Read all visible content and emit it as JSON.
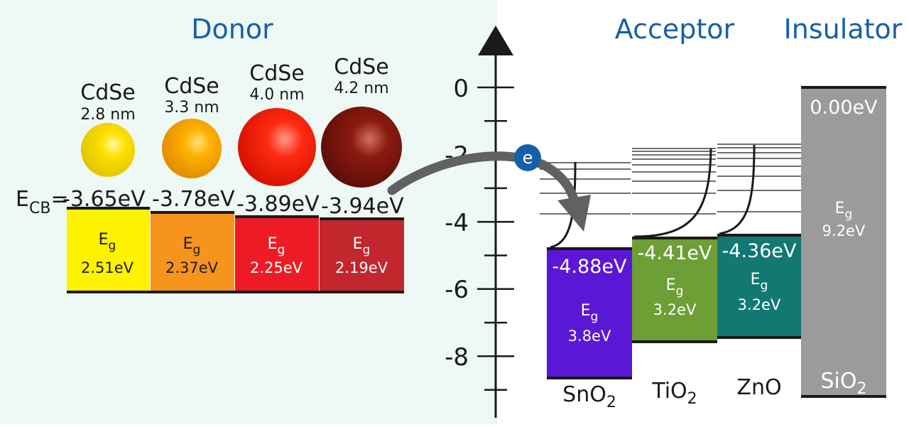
{
  "headings": {
    "donor": "Donor",
    "acceptor": "Acceptor",
    "insulator": "Insulator"
  },
  "colors": {
    "donor_bg": "#eef8f4",
    "heading": "#1560a8",
    "axis": "#1a1a1a",
    "text": "#1a1a1a",
    "electron": "#1560a8",
    "arrow": "#5f6163"
  },
  "electron_label": "e",
  "ecb_label": {
    "main": "E",
    "sub": "CB",
    "eq": "="
  },
  "donors": [
    {
      "name": "CdSe",
      "size": "2.8 nm",
      "ecb": "-3.65eV",
      "eg_label": "E",
      "eg_sub": "g",
      "eg": "2.51eV",
      "band_color": "#fff200",
      "dot_color": "#ffe000",
      "dot_light": "#fffb9e",
      "dot_dark": "#ddc400"
    },
    {
      "name": "CdSe",
      "size": "3.3 nm",
      "ecb": "-3.78eV",
      "eg_label": "E",
      "eg_sub": "g",
      "eg": "2.37eV",
      "band_color": "#f7941d",
      "dot_color": "#ffb000",
      "dot_light": "#ffe07a",
      "dot_dark": "#e08a00"
    },
    {
      "name": "CdSe",
      "size": "4.0 nm",
      "ecb": "-3.89eV",
      "eg_label": "E",
      "eg_sub": "g",
      "eg": "2.25eV",
      "band_color": "#ed1c24",
      "dot_color": "#ff2a10",
      "dot_light": "#ff9a8a",
      "dot_dark": "#d41000"
    },
    {
      "name": "CdSe",
      "size": "4.2 nm",
      "ecb": "-3.94eV",
      "eg_label": "E",
      "eg_sub": "g",
      "eg": "2.19eV",
      "band_color": "#c1272d",
      "dot_color": "#8b1a10",
      "dot_light": "#d07060",
      "dot_dark": "#5a0e08"
    }
  ],
  "axis": {
    "tick_labels": [
      "0",
      "-2",
      "-4",
      "-6",
      "-8"
    ]
  },
  "acceptors": [
    {
      "name": "SnO",
      "sub": "2",
      "cb": "-4.88eV",
      "eg_label": "E",
      "eg_sub": "g",
      "eg": "3.8eV",
      "color": "#5b17d6"
    },
    {
      "name": "TiO",
      "sub": "2",
      "cb": "-4.41eV",
      "eg_label": "E",
      "eg_sub": "g",
      "eg": "3.2eV",
      "color": "#6e9e36"
    },
    {
      "name": "ZnO",
      "sub": "",
      "cb": "-4.36eV",
      "eg_label": "E",
      "eg_sub": "g",
      "eg": "3.2eV",
      "color": "#127872"
    }
  ],
  "insulator": {
    "name": "SiO",
    "sub": "2",
    "cb": "0.00eV",
    "eg_label": "E",
    "eg_sub": "g",
    "eg": "9.2eV",
    "color": "#9b9b9b"
  }
}
